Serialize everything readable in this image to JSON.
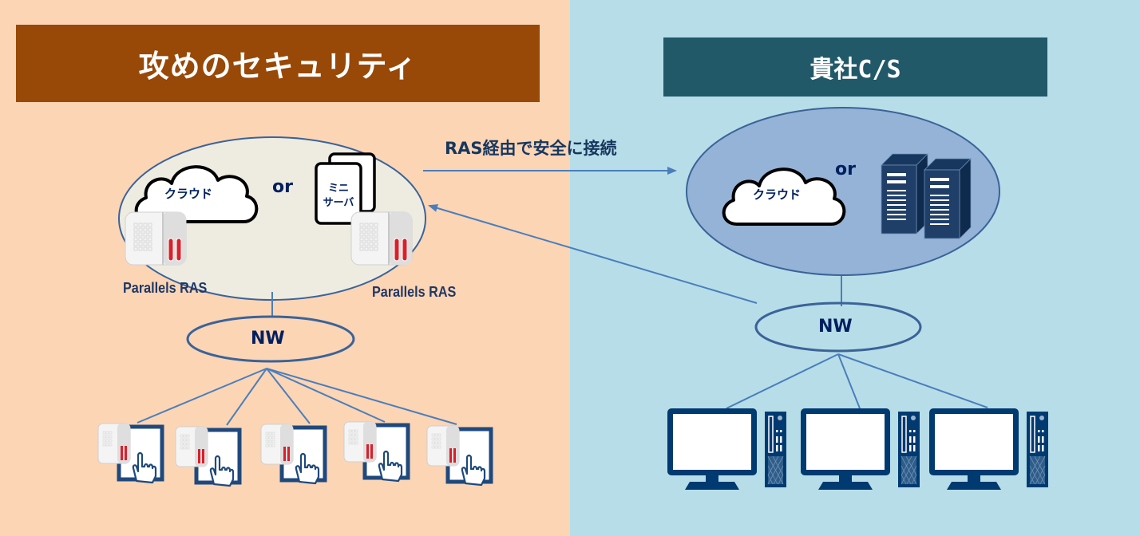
{
  "left_panel": {
    "title": "攻めのセキュリティ",
    "background": "#fcd5b5",
    "title_bg": "#984807",
    "cloud_label": "クラウド",
    "or_label": "or",
    "mini_server_line1": "ミニ",
    "mini_server_line2": "サーバ",
    "ras_label_1": "Parallels RAS",
    "ras_label_2": "Parallels RAS",
    "nw_label": "NW",
    "client_count": 5,
    "client_icon": "tablet-touch-with-parallels-client-icon"
  },
  "right_panel": {
    "title": "貴社C/S",
    "background": "#b7dde8",
    "title_bg": "#215968",
    "cloud_label": "クラウド",
    "or_label": "or",
    "server_icon": "server-rack-icon",
    "nw_label": "NW",
    "client_count": 3,
    "client_icon": "desktop-pc-icon"
  },
  "connection": {
    "label": "RAS経由で安全に接続",
    "arrow_color": "#4a7ebb"
  }
}
